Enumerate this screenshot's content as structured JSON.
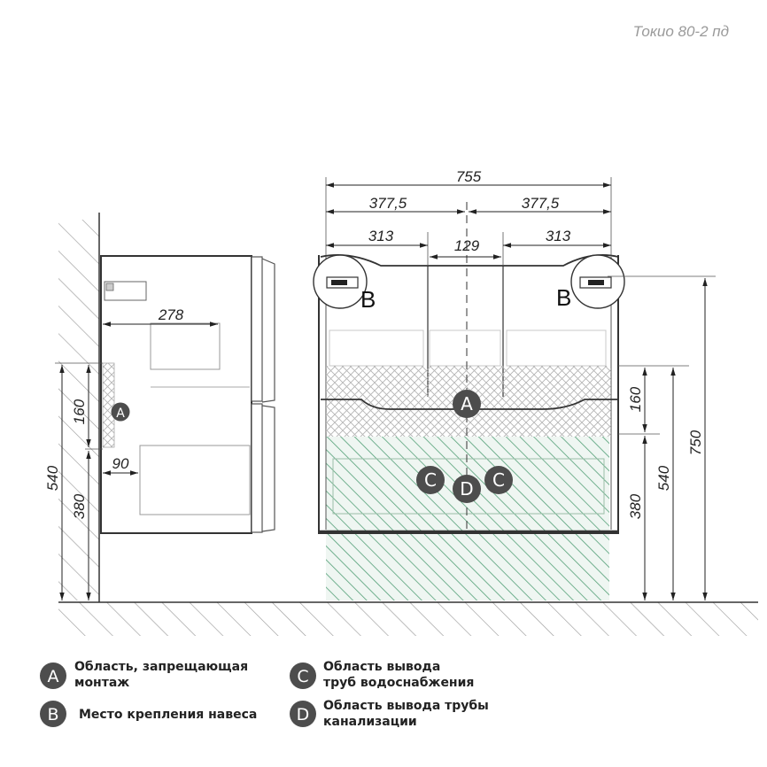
{
  "title": "Токио 80-2 пд",
  "colors": {
    "line": "#333333",
    "badge": "#4d4d4d",
    "green": "#2e8b57",
    "hatch": "#999999"
  },
  "side_view": {
    "dims": {
      "depth_278": "278",
      "h_160": "160",
      "h_540": "540",
      "h_380": "380",
      "w_90": "90"
    },
    "badge_a": "A"
  },
  "front_view": {
    "dims": {
      "width_755": "755",
      "half_left": "377,5",
      "half_right": "377,5",
      "seg_left": "313",
      "seg_mid": "129",
      "seg_right": "313",
      "h_160": "160",
      "h_540": "540",
      "h_380": "380",
      "h_750": "750"
    },
    "badge_a": "A",
    "badge_c_left": "C",
    "badge_c_right": "C",
    "badge_d": "D",
    "hinge_left": "B",
    "hinge_right": "B"
  },
  "legend": [
    {
      "badge": "A",
      "text": [
        "Область, запрещающая",
        "монтаж"
      ]
    },
    {
      "badge": "C",
      "text": [
        "Область вывода",
        "труб водоснабжения"
      ]
    },
    {
      "badge": "B",
      "text": [
        "Место крепления навеса"
      ]
    },
    {
      "badge": "D",
      "text": [
        "Область вывода трубы",
        "канализации"
      ]
    }
  ]
}
